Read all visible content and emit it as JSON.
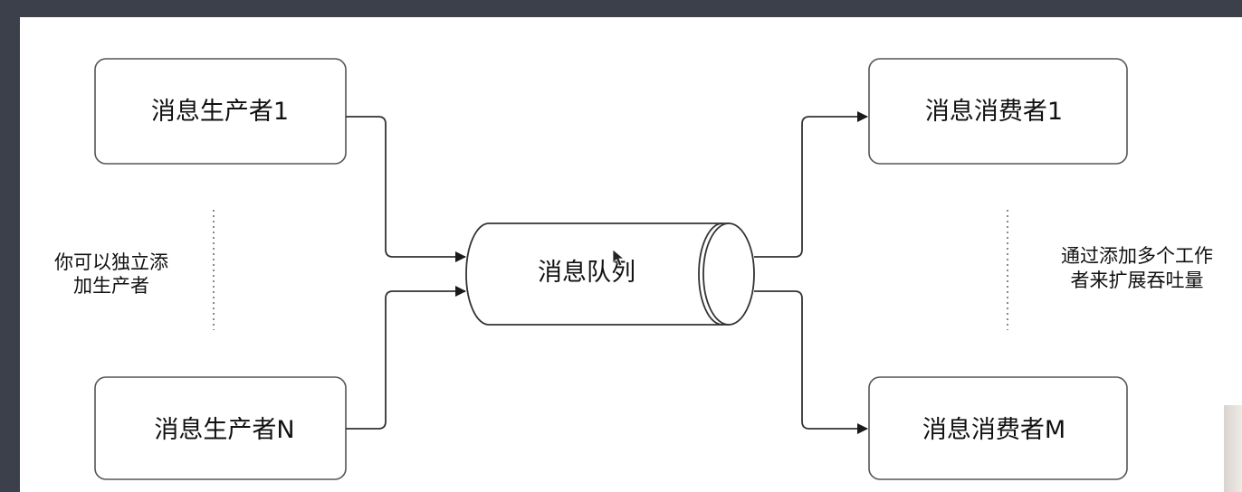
{
  "diagram": {
    "producers": [
      {
        "label": "消息生产者1"
      },
      {
        "label": "消息生产者N"
      }
    ],
    "queue": {
      "label": "消息队列"
    },
    "consumers": [
      {
        "label": "消息消费者1"
      },
      {
        "label": "消息消费者M"
      }
    ],
    "producer_note": [
      "你可以独立添",
      "加生产者"
    ],
    "consumer_note": [
      "通过添加多个工作",
      "者来扩展吞吐量"
    ]
  },
  "colors": {
    "background": "#3b404a",
    "canvas": "#ffffff",
    "stroke": "#333333"
  }
}
